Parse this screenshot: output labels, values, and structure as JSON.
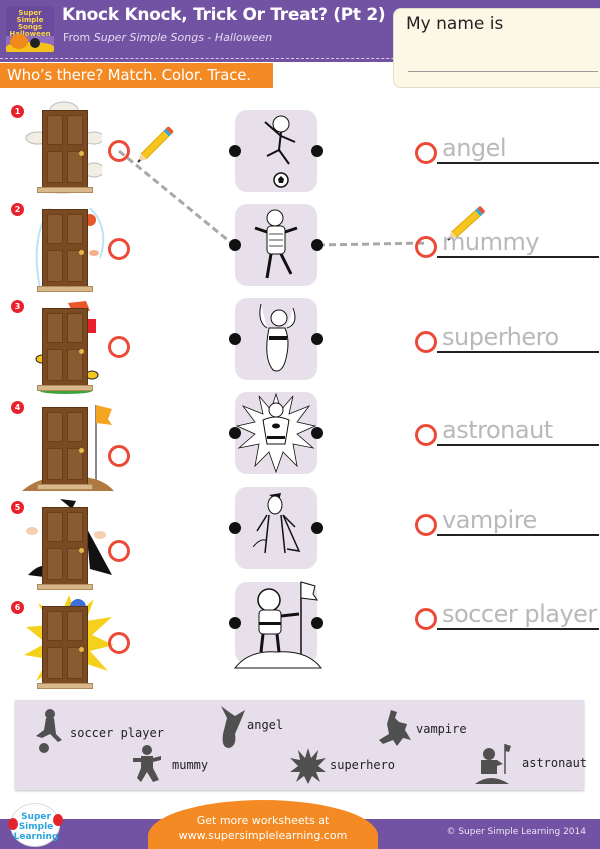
{
  "header": {
    "title": "Knock Knock, Trick Or Treat? (Pt 2)",
    "subtitle_prefix": "From ",
    "subtitle_source": "Super Simple Songs - Halloween",
    "album_art_label": "Super Simple Songs Halloween",
    "background_color": "#7252a3"
  },
  "name_box": {
    "label": "My name is",
    "value": ""
  },
  "instructions": {
    "text": "Who’s there? Match. Color. Trace.",
    "background_color": "#f38a24"
  },
  "doors": [
    {
      "number": "1",
      "character_hint": "mummy"
    },
    {
      "number": "2",
      "character_hint": "angel"
    },
    {
      "number": "3",
      "character_hint": "soccer player"
    },
    {
      "number": "4",
      "character_hint": "astronaut"
    },
    {
      "number": "5",
      "character_hint": "vampire"
    },
    {
      "number": "6",
      "character_hint": "superhero"
    }
  ],
  "pictures": [
    {
      "name": "soccer player"
    },
    {
      "name": "mummy"
    },
    {
      "name": "angel"
    },
    {
      "name": "superhero"
    },
    {
      "name": "vampire"
    },
    {
      "name": "astronaut"
    }
  ],
  "words": [
    {
      "text": "angel"
    },
    {
      "text": "mummy"
    },
    {
      "text": "superhero"
    },
    {
      "text": "astronaut"
    },
    {
      "text": "vampire"
    },
    {
      "text": "soccer player"
    }
  ],
  "example_connections": [
    {
      "from": "door 1",
      "to": "mummy picture"
    },
    {
      "from": "mummy picture",
      "to": "mummy word"
    }
  ],
  "word_bank": [
    {
      "label": "soccer player"
    },
    {
      "label": "mummy"
    },
    {
      "label": "angel"
    },
    {
      "label": "superhero"
    },
    {
      "label": "vampire"
    },
    {
      "label": "astronaut"
    }
  ],
  "footer": {
    "cta_line1": "Get more worksheets at",
    "cta_line2": "www.supersimplelearning.com",
    "copyright": "© Super Simple Learning 2014",
    "logo_line1": "Super",
    "logo_line2": "Simple",
    "logo_line3": "Learning"
  },
  "colors": {
    "purple": "#7252a3",
    "orange": "#f38a24",
    "ring_red": "#ec4a37",
    "card_lavender": "#e7e0ea",
    "trace_gray": "#b9b9bd"
  }
}
